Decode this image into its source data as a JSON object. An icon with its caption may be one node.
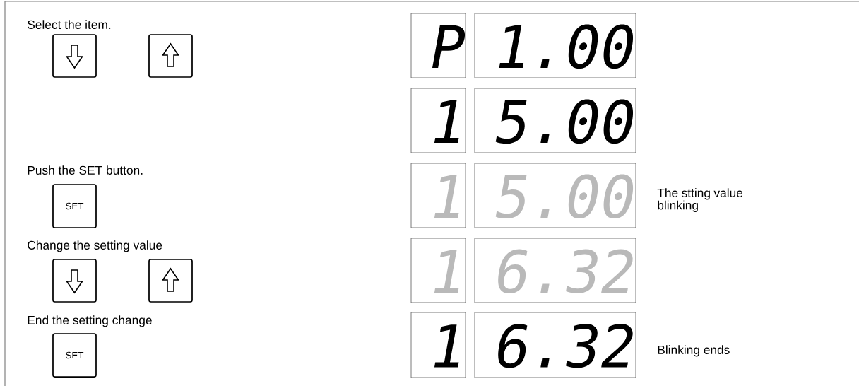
{
  "diagram": {
    "nodes": [
      {
        "text": [],
        "shape": "box"
      },
      {
        "text": [],
        "shape": "box"
      },
      {
        "text": [
          "SET"
        ]
      },
      {
        "text": [],
        "shape": "box"
      },
      {
        "text": [],
        "shape": "box"
      },
      {
        "text": [
          "SET"
        ]
      },
      {
        "text": [
          "P"
        ]
      },
      {
        "text": [
          "1.00"
        ]
      },
      {
        "text": [
          "1"
        ]
      },
      {
        "text": [
          "5.00"
        ]
      },
      {
        "text": [
          "1"
        ]
      },
      {
        "text": [
          "5.00"
        ]
      },
      {
        "text": [
          "1"
        ]
      },
      {
        "text": [
          "6.32"
        ]
      },
      {
        "text": [
          "1"
        ]
      },
      {
        "text": [
          "6.32"
        ]
      }
    ],
    "labels": [
      "Select the item.",
      "Push the SET button.",
      "Change the setting value",
      "End the setting change",
      "The stting value blinking",
      "Blinking ends"
    ]
  }
}
